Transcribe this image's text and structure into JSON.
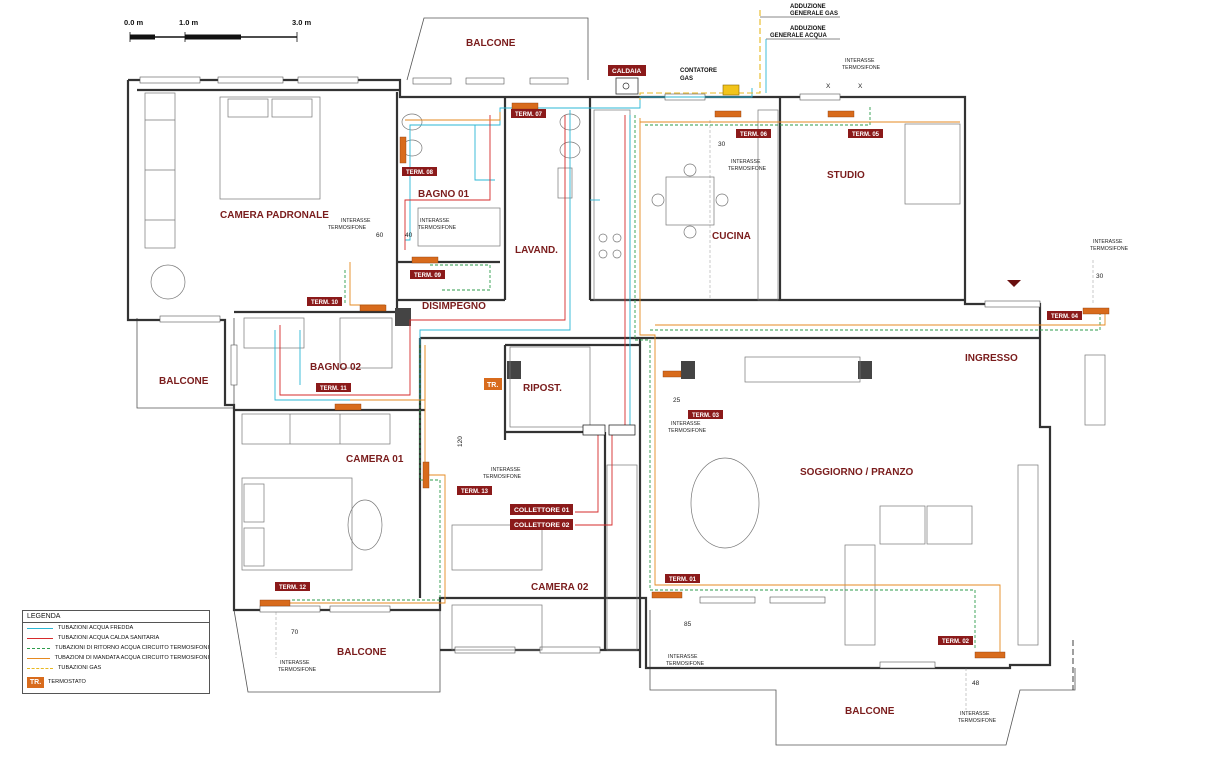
{
  "scale_bar": {
    "labels": [
      "0.0 m",
      "1.0 m",
      "3.0 m"
    ]
  },
  "rooms": [
    {
      "id": "camera-padronale",
      "label": "CAMERA PADRONALE"
    },
    {
      "id": "bagno-01",
      "label": "BAGNO 01"
    },
    {
      "id": "lavand",
      "label": "LAVAND."
    },
    {
      "id": "cucina",
      "label": "CUCINA"
    },
    {
      "id": "studio",
      "label": "STUDIO"
    },
    {
      "id": "disimpegno",
      "label": "DISIMPEGNO"
    },
    {
      "id": "bagno-02",
      "label": "BAGNO 02"
    },
    {
      "id": "ripost",
      "label": "RIPOST."
    },
    {
      "id": "ingresso",
      "label": "INGRESSO"
    },
    {
      "id": "camera-01",
      "label": "CAMERA 01"
    },
    {
      "id": "soggiorno",
      "label": "SOGGIORNO / PRANZO"
    },
    {
      "id": "camera-02",
      "label": "CAMERA 02"
    }
  ],
  "balconies": [
    "BALCONE",
    "BALCONE",
    "BALCONE",
    "BALCONE"
  ],
  "radiators": [
    "TERM. 01",
    "TERM. 02",
    "TERM. 03",
    "TERM. 04",
    "TERM. 05",
    "TERM. 06",
    "TERM. 07",
    "TERM. 08",
    "TERM. 09",
    "TERM. 10",
    "TERM. 11",
    "TERM. 12",
    "TERM. 13"
  ],
  "boiler": "CALDAIA",
  "gas_meter": [
    "CONTATORE",
    "GAS"
  ],
  "supply": {
    "gas": [
      "ADDUZIONE",
      "GENERALE GAS"
    ],
    "water": [
      "ADDUZIONE",
      "GENERALE ACQUA"
    ]
  },
  "collectors": [
    "COLLETTORE 01",
    "COLLETTORE 02"
  ],
  "thermostat": "TR.",
  "interasse": [
    "INTERASSE",
    "TERMOSIFONE"
  ],
  "dimensions": [
    "30",
    "30",
    "60",
    "40",
    "25",
    "120",
    "70",
    "85",
    "48",
    "X",
    "X"
  ],
  "legend": {
    "title": "LEGENDA",
    "items": [
      {
        "label": "TUBAZIONI ACQUA FREDDA",
        "color": "#2bb7d4",
        "style": "solid"
      },
      {
        "label": "TUBAZIONI ACQUA CALDA SANITARIA",
        "color": "#d62b2b",
        "style": "solid"
      },
      {
        "label": "TUBAZIONI DI RITORNO ACQUA CIRCUITO TERMOSIFONI",
        "color": "#2e9b4b",
        "style": "dashed"
      },
      {
        "label": "TUBAZIONI DI MANDATA ACQUA CIRCUITO TERMOSIFONI",
        "color": "#e58a20",
        "style": "solid"
      },
      {
        "label": "TUBAZIONI GAS",
        "color": "#e8b820",
        "style": "dashed"
      }
    ],
    "thermostat_label": "TERMOSTATO",
    "thermostat_symbol": "TR."
  },
  "colors": {
    "tag": "#8b1a1a",
    "radiator": "#d86b1c",
    "room_label": "#7a1c1c"
  }
}
